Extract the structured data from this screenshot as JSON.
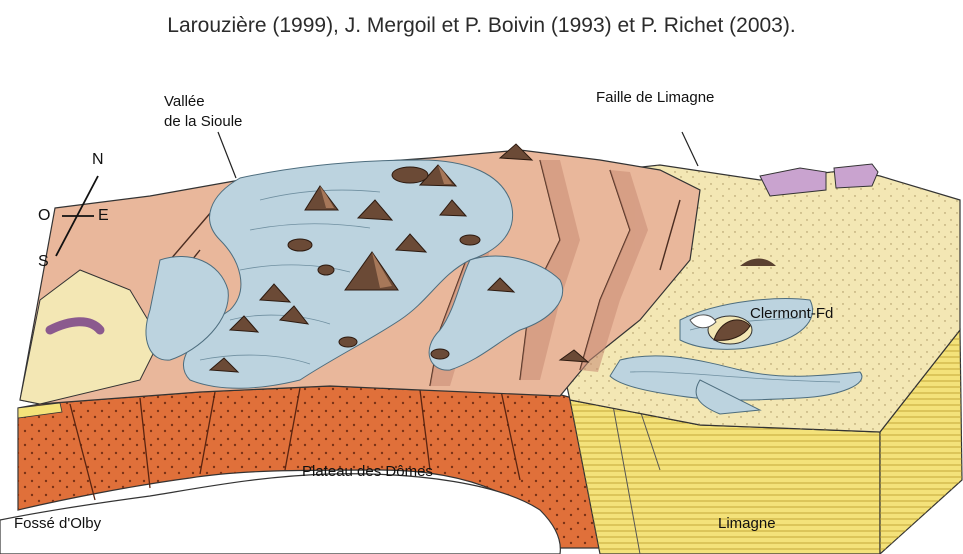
{
  "caption": "Larouzière (1999), J. Mergoil et P. Boivin (1993) et P. Richet (2003).",
  "labels": {
    "vallee_line1": "Vallée",
    "vallee_line2": "de la Sioule",
    "faille": "Faille de Limagne",
    "clermont": "Clermont-Fd",
    "plateau": "Plateau des Dômes",
    "fosse": "Fossé d'Olby",
    "limagne": "Limagne"
  },
  "compass": {
    "n": "N",
    "s": "S",
    "e": "E",
    "o": "O"
  },
  "colors": {
    "basement_orange": "#e0703a",
    "sediment_yellow": "#f4e27a",
    "plain_cream": "#f3e7b4",
    "granite_pink": "#e9b79b",
    "lava_blue": "#bcd3df",
    "scoria_brown": "#6b4a36",
    "plateau_violet": "#c9a3cf"
  }
}
